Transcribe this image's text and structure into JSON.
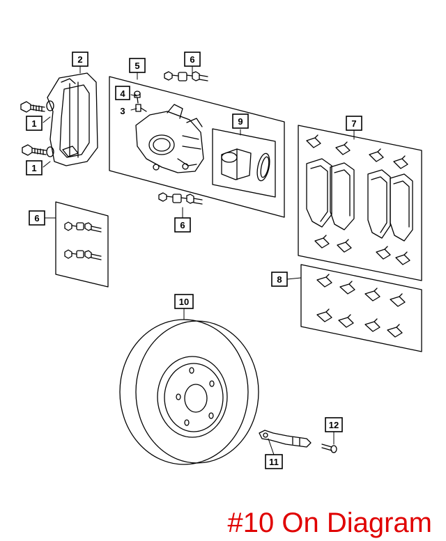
{
  "callouts": {
    "c1a": "1",
    "c1b": "1",
    "c2": "2",
    "c3": "3",
    "c4": "4",
    "c5": "5",
    "c6a": "6",
    "c6b": "6",
    "c6c": "6",
    "c7": "7",
    "c8": "8",
    "c9": "9",
    "c10": "10",
    "c11": "11",
    "c12": "12"
  },
  "caption": "#10 On Diagram",
  "colors": {
    "line": "#000000",
    "caption": "#e00000",
    "background": "#ffffff"
  }
}
